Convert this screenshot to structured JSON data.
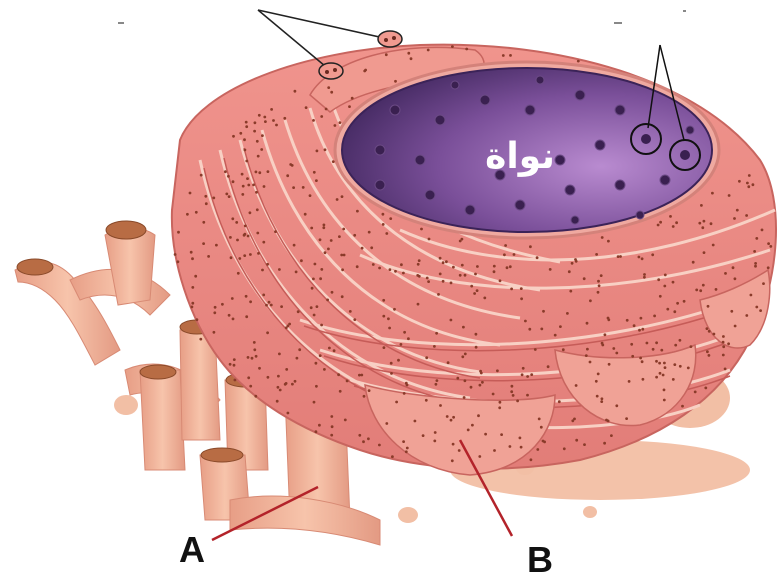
{
  "diagram": {
    "nucleus_label": "نواة",
    "label_a": "A",
    "label_b": "B",
    "colors": {
      "er_fill": "#e9857f",
      "er_dark": "#c8655f",
      "er_light": "#f6c3b4",
      "tube_fill": "#f2b39a",
      "nucleus_dark": "#4a2c6a",
      "nucleus_light": "#a574bd",
      "ribosome": "#8a3b2a",
      "pointer_red": "#b3232a",
      "pointer_black": "#111111"
    }
  }
}
